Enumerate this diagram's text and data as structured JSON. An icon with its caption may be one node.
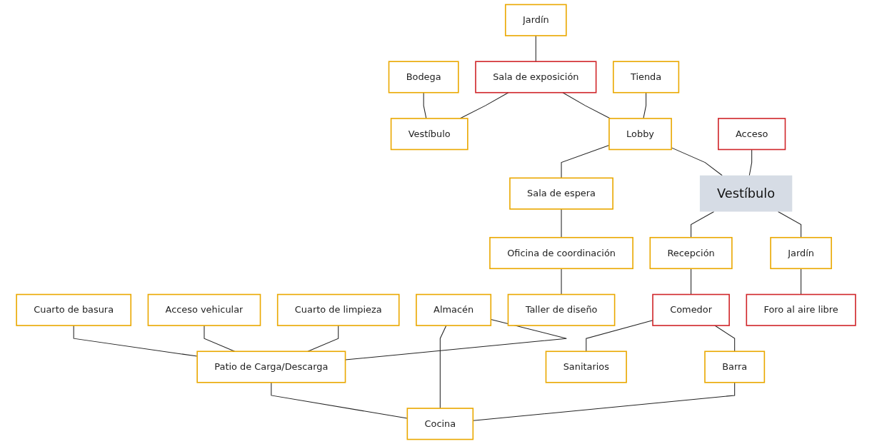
{
  "diagram": {
    "nodes": [
      {
        "text": [
          "Bodega"
        ]
      },
      {
        "text": [
          "Jardín"
        ]
      },
      {
        "text": [
          "Sala de exposición"
        ]
      },
      {
        "text": [
          "Vestíbulo"
        ]
      },
      {
        "text": [
          "Cuarto de basura"
        ]
      },
      {
        "text": [
          "Acceso vehicular"
        ]
      },
      {
        "text": [
          "Cuarto de limpieza"
        ]
      },
      {
        "text": [
          "Tienda"
        ]
      },
      {
        "text": [
          "Lobby"
        ]
      },
      {
        "text": [
          "Sala de espera"
        ]
      },
      {
        "text": [
          "Oficina de coordinación"
        ]
      },
      {
        "text": [
          "Almacén"
        ]
      },
      {
        "text": [
          "Taller de diseño"
        ]
      },
      {
        "text": [
          "Patio de Carga/Descarga"
        ]
      },
      {
        "text": [
          "Acceso"
        ]
      },
      {
        "text": [
          "Vestíbulo"
        ]
      },
      {
        "text": [
          "Recepción"
        ]
      },
      {
        "text": [
          "Cocina"
        ]
      },
      {
        "text": [
          "Jardín"
        ]
      },
      {
        "text": [
          "Comedor"
        ]
      },
      {
        "text": [
          "Barra"
        ]
      },
      {
        "text": [
          "Sanitarios"
        ]
      },
      {
        "text": [
          "Foro al aire libre"
        ]
      }
    ],
    "edges": [
      {
        "from": 0,
        "to": 3,
        "arrow": "none"
      },
      {
        "from": 1,
        "to": 2,
        "arrow": "none"
      },
      {
        "from": 2,
        "to": 3,
        "arrow": "none"
      },
      {
        "from": 2,
        "to": 8,
        "arrow": "none"
      },
      {
        "from": 7,
        "to": 8,
        "arrow": "none"
      },
      {
        "from": 8,
        "to": 9,
        "arrow": "none"
      },
      {
        "from": 8,
        "to": 15,
        "arrow": "none"
      },
      {
        "from": 9,
        "to": 10,
        "arrow": "none"
      },
      {
        "from": 10,
        "to": 12,
        "arrow": "none"
      },
      {
        "from": 14,
        "to": 15,
        "arrow": "none"
      },
      {
        "from": 15,
        "to": 16,
        "arrow": "none"
      },
      {
        "from": 15,
        "to": 18,
        "arrow": "none"
      },
      {
        "from": 18,
        "to": 22,
        "arrow": "none"
      },
      {
        "from": 16,
        "to": 19,
        "arrow": "none"
      },
      {
        "from": 19,
        "to": 21,
        "arrow": "none"
      },
      {
        "from": 19,
        "to": 20,
        "arrow": "none"
      },
      {
        "from": 20,
        "to": 17,
        "arrow": "none"
      },
      {
        "from": 11,
        "to": 17,
        "arrow": "none"
      },
      {
        "from": 13,
        "to": 17,
        "arrow": "none"
      },
      {
        "from": 4,
        "to": 13,
        "arrow": "none"
      },
      {
        "from": 6,
        "to": 13,
        "arrow": "none"
      },
      {
        "from": 11,
        "to": 13,
        "arrow": "none"
      },
      {
        "from": 5,
        "to": 13,
        "arrow": "none"
      }
    ]
  }
}
